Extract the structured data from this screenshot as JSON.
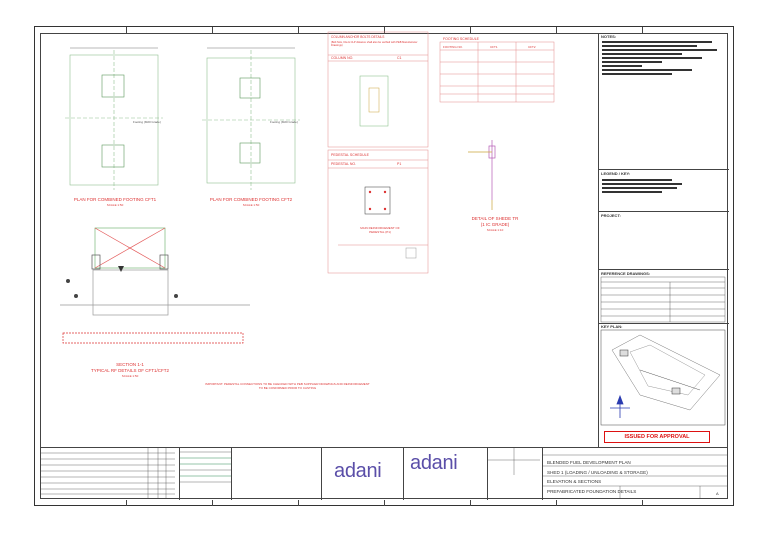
{
  "drawings": {
    "plan1_title": "PLAN FOR COMBINED FOOTING CFT1",
    "plan1_scale": "SCALE 1:50",
    "plan2_title": "PLAN FOR COMBINED FOOTING CFT2",
    "plan2_scale": "SCALE 1:50",
    "section_title": "SECTION 1-1",
    "section_subtitle": "TYPICAL RF DETAILS OF CFT1/CFT2",
    "section_scale": "SCALE 1:50",
    "anchor_title": "COLUMN ANCHOR BOLTS DETAILS",
    "anchor_note": "(Bolt Size, Dia & CLP distance shall also be verified with PEB Manufacturer Drawings)",
    "anchor_col_head": "COLUMN NO.",
    "anchor_col_val": "C1",
    "pedestal_title": "PEDESTAL SCHEDULE",
    "pedestal_col_head": "PEDESTAL NO.",
    "pedestal_col_val": "P1",
    "pedestal_caption": "MAIN REINFORCEMENT OF PEDESTAL (P1)",
    "footing_title": "FOOTING SCHEDULE",
    "footing_head_a": "FOOTING NO.",
    "footing_head_b": "CFT1",
    "footing_head_c": "CFT2",
    "detail_title": "DETAIL OF SHEDE TR",
    "detail_subtitle": "(1 IC GRADE)",
    "detail_scale": "SCALE 1:10",
    "footing_label": "Footing (M20 Grade)",
    "note_text": "IMPORTANT: PEDESTAL CONNECTIONS TO BE CHECKED WITH PEB SUPPLIER DRAWINGS AND REINFORCEMENT TO BE CONFIRMED PRIOR TO CASTING"
  },
  "right_panel": {
    "notes_label": "NOTES:",
    "legend_label": "LEGEND / KEY:",
    "project_label": "PROJECT:",
    "ref_label": "REFERENCE DRAWINGS:",
    "keyplan_label": "KEY PLAN:",
    "stamp": "ISSUED FOR APPROVAL"
  },
  "title_block": {
    "logo_left": "adani",
    "logo_right": "adani",
    "drawing_title_line1": "BLENDED FUEL DEVELOPMENT PLAN",
    "drawing_title_line2": "SHED 1 (LOADING / UNLOADING & STORAGE)",
    "drawing_title_line3": "ELEVATION & SECTIONS",
    "drawing_title_line4": "PREFABRICATED FOUNDATION DETAILS",
    "rev": "A"
  }
}
